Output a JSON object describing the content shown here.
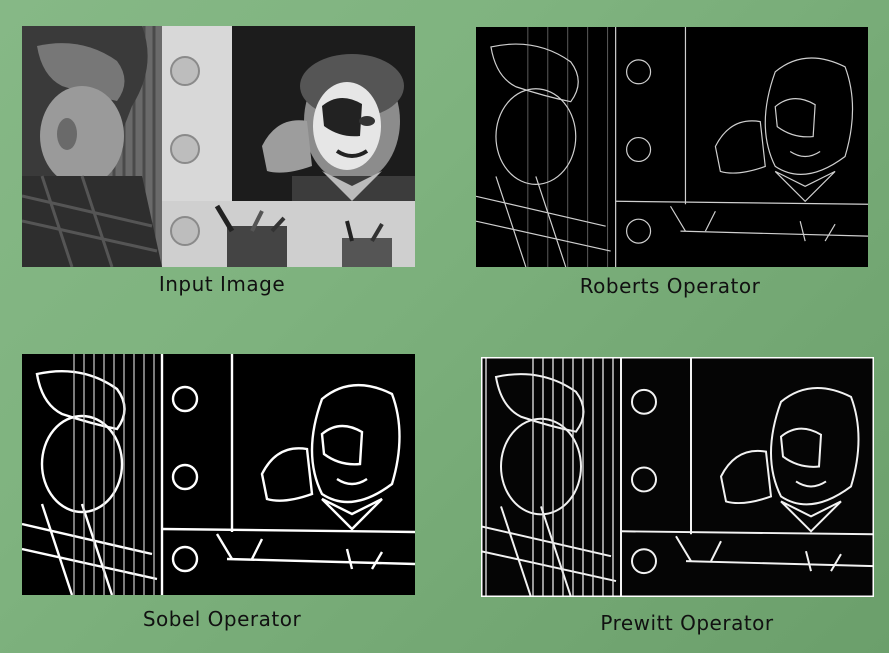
{
  "panels": [
    {
      "id": "input",
      "caption": "Input Image"
    },
    {
      "id": "roberts",
      "caption": "Roberts Operator"
    },
    {
      "id": "sobel",
      "caption": "Sobel Operator"
    },
    {
      "id": "prewitt",
      "caption": "Prewitt Operator"
    }
  ],
  "colors": {
    "background": "#7fb37f",
    "caption_text": "#111111",
    "edge_line": "#ffffff",
    "edge_background": "#000000"
  }
}
